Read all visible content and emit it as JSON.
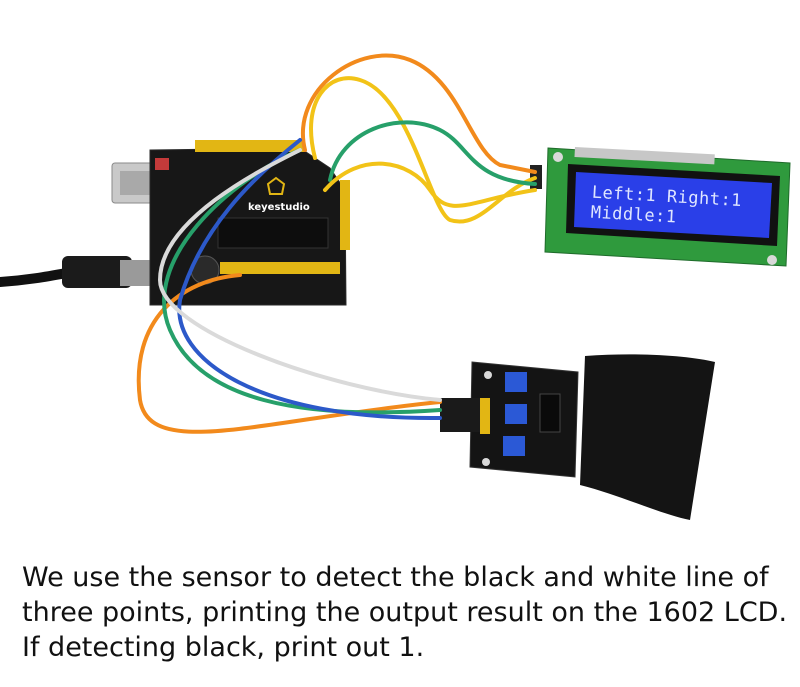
{
  "board": {
    "brand": "keyestudio"
  },
  "lcd": {
    "line1": "Left:1  Right:1",
    "line2": "Middle:1",
    "text_color": "#dfe6ff",
    "screen_color": "#2a3fe8"
  },
  "caption": {
    "line1": "We use the sensor to detect the black and white line of",
    "line2": "three points, printing the output result on the 1602 LCD.",
    "line3": "If detecting black, print out 1."
  },
  "wire_colors": {
    "orange": "#f28a1c",
    "yellow": "#f2c318",
    "green": "#27a06a",
    "blue": "#2c59c9",
    "white": "#dadada"
  }
}
